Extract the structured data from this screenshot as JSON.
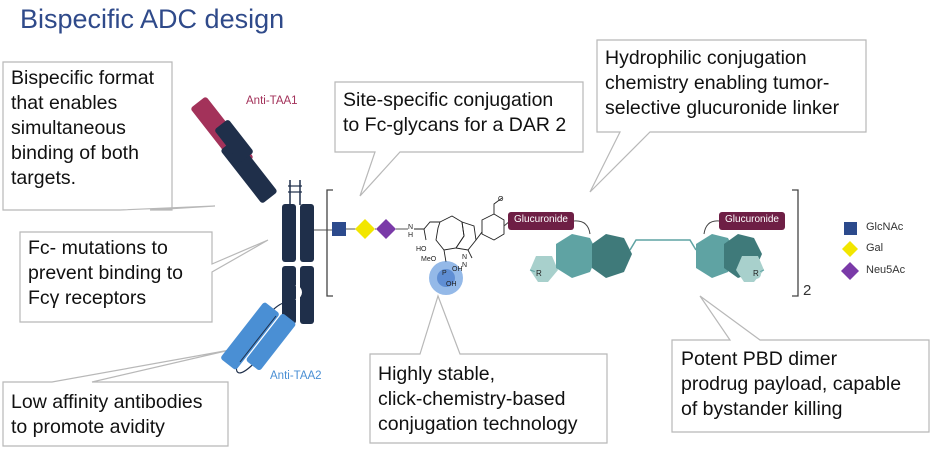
{
  "title": "Bispecific ADC design",
  "callouts": {
    "bispecific": [
      "Bispecific format",
      "that enables",
      "simultaneous",
      "binding of both",
      "targets."
    ],
    "fc": [
      "Fc- mutations to",
      "prevent binding to",
      "Fcγ receptors"
    ],
    "affinity": [
      "Low affinity antibodies",
      "to promote avidity"
    ],
    "site": [
      "Site-specific conjugation",
      "to Fc-glycans for a DAR 2"
    ],
    "stable": [
      "Highly stable,",
      "click-chemistry-based",
      "conjugation technology"
    ],
    "hydrophilic": [
      "Hydrophilic conjugation",
      "chemistry enabling tumor-",
      "selective glucuronide linker"
    ],
    "pbd": [
      "Potent PBD dimer",
      "prodrug payload, capable",
      "of bystander killing"
    ]
  },
  "arm_labels": {
    "taa1": "Anti-TAA1",
    "taa2": "Anti-TAA2"
  },
  "linker_labels": {
    "left": "Glucuronide",
    "right": "Glucuronide"
  },
  "chem_labels": {
    "nh": "N",
    "h": "H",
    "ho": "HO",
    "meo": "MeO",
    "n1": "N",
    "n2": "N",
    "o": "O",
    "p": "P",
    "oh1": "OH",
    "oh2": "OH",
    "r1": "R",
    "r2": "R"
  },
  "subscript": "2",
  "legend": [
    {
      "label": "GlcNAc",
      "shape": "square",
      "color": "#2c4a8c"
    },
    {
      "label": "Gal",
      "shape": "diamond",
      "color": "#f2e600"
    },
    {
      "label": "Neu5Ac",
      "shape": "diamond",
      "color": "#7a3aa8"
    }
  ],
  "colors": {
    "title": "#2f4a8a",
    "anti_taa1": "#a3325a",
    "anti_taa2": "#4a8fd4",
    "fc": "#1f2f4a",
    "glucuronide": "#6e1f45",
    "pbd_dark": "#3f7a7a",
    "pbd_mid": "#5fa3a3",
    "pbd_light": "#a8d0cc"
  }
}
